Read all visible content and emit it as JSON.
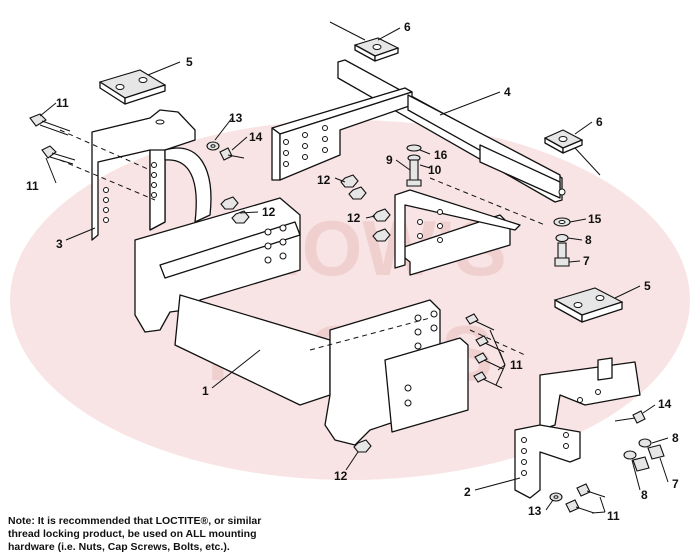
{
  "watermark": {
    "line1": "SNOW'S",
    "line2": "PLOWS"
  },
  "note": {
    "line1": "Note: It is recommended that LOCTITE®, or similar",
    "line2": "thread locking product, be used on ALL mounting",
    "line3": "hardware (i.e. Nuts, Cap Screws, Bolts, etc.)."
  },
  "callouts": {
    "c1": "1",
    "c2": "2",
    "c3": "3",
    "c4": "4",
    "c5a": "5",
    "c5b": "5",
    "c6a": "6",
    "c6b": "6",
    "c7a": "7",
    "c7b": "7",
    "c8a": "8",
    "c8b": "8",
    "c8c": "8",
    "c9": "9",
    "c10": "10",
    "c11a": "11",
    "c11b": "11",
    "c11c": "11",
    "c11d": "11",
    "c12a": "12",
    "c12b": "12",
    "c12c": "12",
    "c12d": "12",
    "c13a": "13",
    "c13b": "13",
    "c14a": "14",
    "c14b": "14",
    "c15": "15",
    "c16": "16"
  }
}
